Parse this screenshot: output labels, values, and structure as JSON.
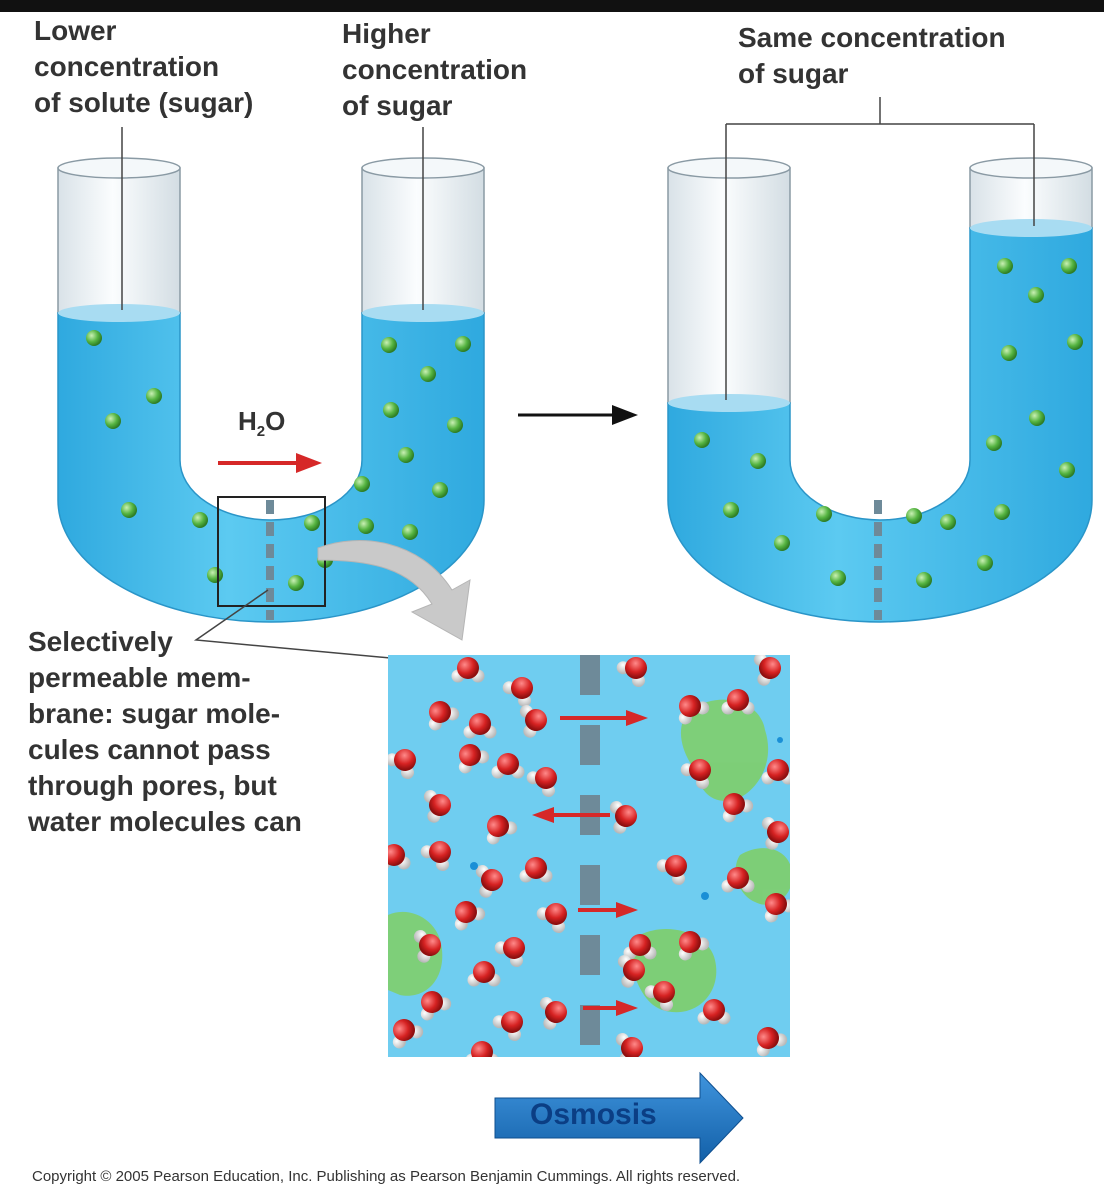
{
  "labels": {
    "lower": "Lower\nconcentration\nof solute (sugar)",
    "higher": "Higher\nconcentration\nof sugar",
    "same": "Same concentration\nof sugar",
    "membrane": "Selectively\npermeable mem-\nbrane: sugar mole-\ncules cannot pass\nthrough pores, but\nwater molecules can",
    "h2o_main": "H",
    "h2o_sub": "2",
    "h2o_tail": "O",
    "osmosis": "Osmosis",
    "copyright": "Copyright © 2005 Pearson Education, Inc. Publishing as Pearson Benjamin Cummings. All rights reserved."
  },
  "colors": {
    "water": "#3dbbe8",
    "water_light": "#aee0f3",
    "tube_glass": "#eef3f6",
    "sugar_green": "#4cae3d",
    "membrane": "#6e8a99",
    "arrow_red": "#d62828",
    "osmosis_blue": "#1c74c4",
    "oxygen_red": "#c81e1e",
    "hydrogen_white": "#f2f2f2"
  },
  "icons": {
    "flow_arrow": "red-right-arrow-icon",
    "process_arrow": "black-right-arrow-icon",
    "zoom_arrow": "curved-zoom-arrow-icon",
    "osmosis_arrow": "blue-right-arrow-icon"
  }
}
